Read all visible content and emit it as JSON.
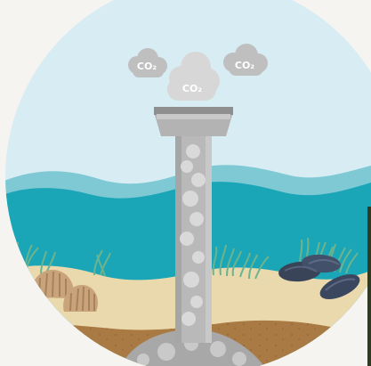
{
  "diagram": {
    "labels": {
      "co2_left": "CO₂",
      "co2_center": "CO₂",
      "co2_right": "CO₂"
    },
    "colors": {
      "sky": "#d8ecf4",
      "background": "#f6f4f0",
      "wave_light": "#7ec9d4",
      "water": "#1aa6b7",
      "water_deep": "#1596a8",
      "sand": "#ead9ad",
      "soil": "#a97a43",
      "pipe": "#b9b9b9",
      "pipe_dark": "#8f8f8f",
      "cloud": "#bfbfbf",
      "cloud_light": "#d7d7d7",
      "mussel": "#3a4458",
      "scallop": "#c9a37a",
      "seagrass": "#6db38d"
    }
  }
}
